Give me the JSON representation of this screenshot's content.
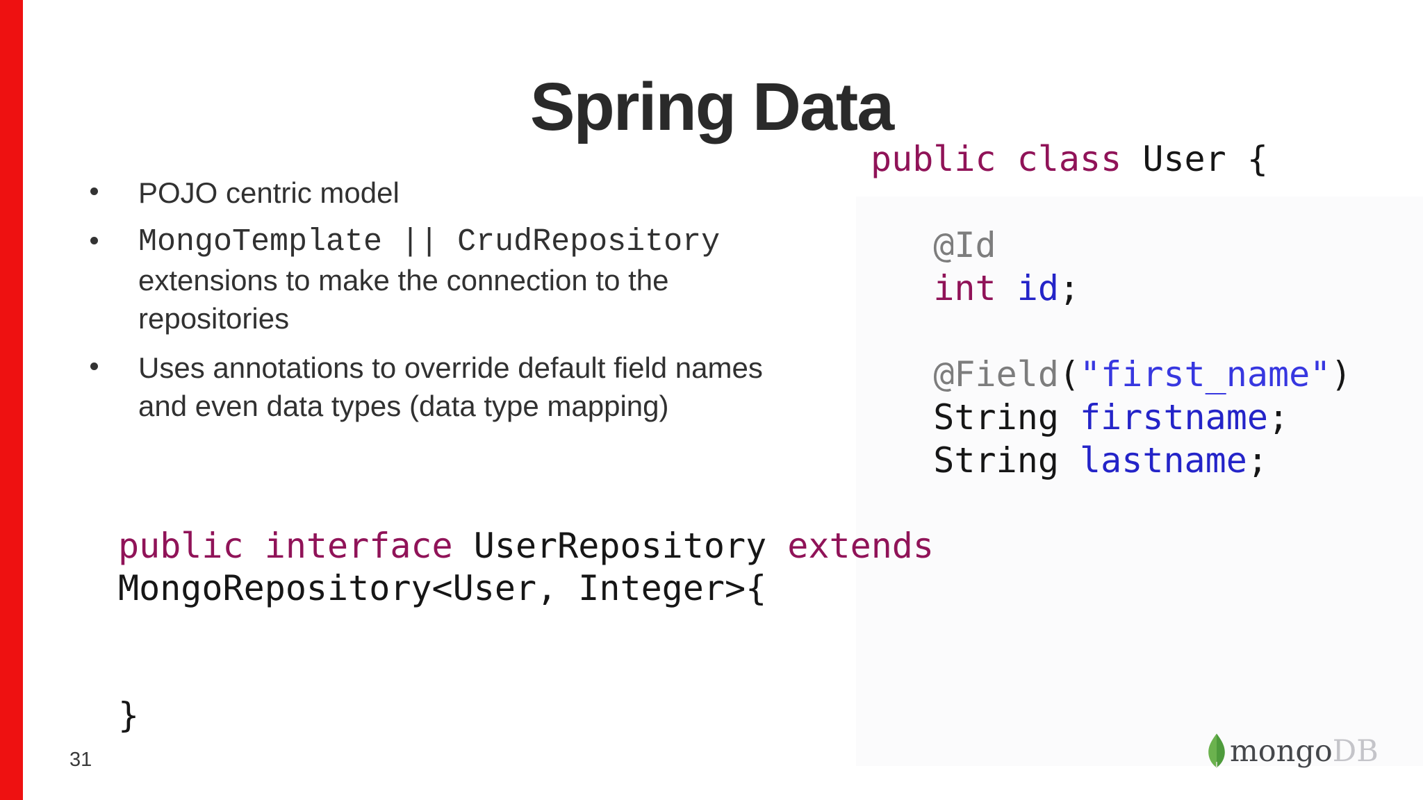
{
  "slide": {
    "title": "Spring Data",
    "page_number": "31",
    "accent_bar_color": "#ee1111",
    "body_text_color": "#313131",
    "bullets": [
      {
        "lines": [
          {
            "text": "POJO centric model",
            "font": "sans"
          }
        ]
      },
      {
        "lines": [
          {
            "text": "MongoTemplate || CrudRepository",
            "font": "mono"
          },
          {
            "text": "extensions to make the connection to the",
            "font": "sans"
          },
          {
            "text": "repositories",
            "font": "sans"
          }
        ]
      },
      {
        "lines": [
          {
            "text": "Uses annotations to override default field names",
            "font": "sans"
          },
          {
            "text": "and even data types (data type mapping)",
            "font": "sans"
          }
        ]
      }
    ],
    "code_colors": {
      "kw": "#901358",
      "ann": "#7d7d7d",
      "ident": "#2424c8",
      "str": "#3737e0",
      "plain": "#161616"
    },
    "right_code": {
      "lines": [
        [
          {
            "t": "public class ",
            "c": "kw"
          },
          {
            "t": "User {",
            "c": "plain"
          }
        ],
        [],
        [
          {
            "t": "   @Id",
            "c": "ann"
          }
        ],
        [
          {
            "t": "   ",
            "c": "plain"
          },
          {
            "t": "int",
            "c": "kw"
          },
          {
            "t": " ",
            "c": "plain"
          },
          {
            "t": "id",
            "c": "ident"
          },
          {
            "t": ";",
            "c": "plain"
          }
        ],
        [],
        [
          {
            "t": "   ",
            "c": "plain"
          },
          {
            "t": "@Field",
            "c": "ann"
          },
          {
            "t": "(",
            "c": "plain"
          },
          {
            "t": "\"first_name\"",
            "c": "str"
          },
          {
            "t": ")",
            "c": "plain"
          }
        ],
        [
          {
            "t": "   String ",
            "c": "plain"
          },
          {
            "t": "firstname",
            "c": "ident"
          },
          {
            "t": ";",
            "c": "plain"
          }
        ],
        [
          {
            "t": "   String ",
            "c": "plain"
          },
          {
            "t": "lastname",
            "c": "ident"
          },
          {
            "t": ";",
            "c": "plain"
          }
        ]
      ]
    },
    "bottom_code": {
      "lines": [
        [
          {
            "t": "public interface ",
            "c": "kw"
          },
          {
            "t": "UserRepository ",
            "c": "plain"
          },
          {
            "t": "extends",
            "c": "kw"
          }
        ],
        [
          {
            "t": "MongoRepository<User, Integer>{",
            "c": "plain"
          }
        ],
        [],
        [],
        [
          {
            "t": "}",
            "c": "plain"
          }
        ]
      ]
    },
    "logo": {
      "text_primary": "mongo",
      "text_secondary": "DB",
      "text_primary_color": "#45474b",
      "text_secondary_color": "#c4c4c9",
      "leaf_light_color": "#6bb24e",
      "leaf_dark_color": "#4e9b3c",
      "leaf_stem_color": "#c9d7bc"
    }
  }
}
